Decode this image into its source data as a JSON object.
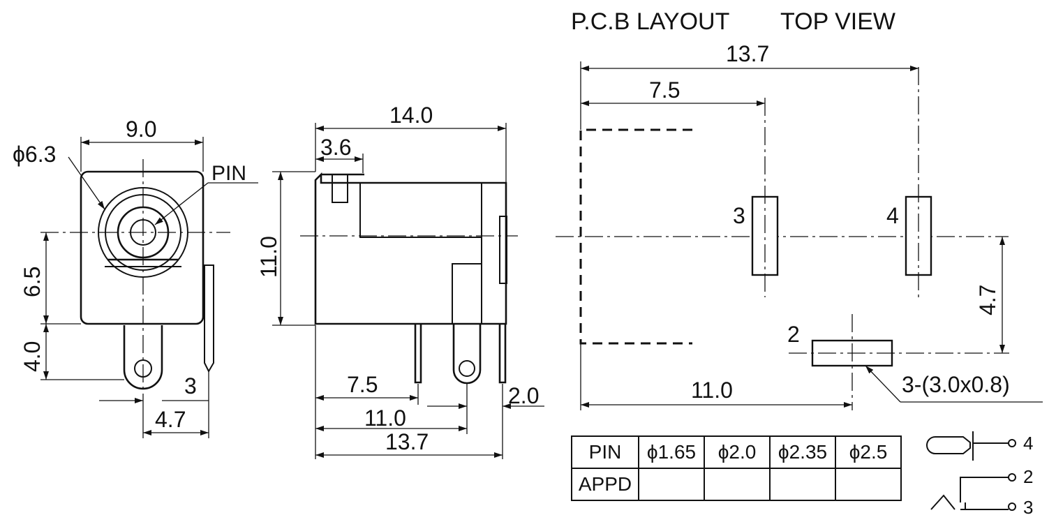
{
  "title": {
    "pcb_layout": "P.C.B LAYOUT",
    "top_view": "TOP VIEW"
  },
  "front_view": {
    "width": "9.0",
    "hole_dia": "ϕ6.3",
    "pin_label": "PIN",
    "height_upper": "6.5",
    "height_lower": "4.0",
    "pin3_label": "3",
    "pitch": "4.7"
  },
  "side_view": {
    "length": "14.0",
    "front_offset": "3.6",
    "height": "11.0",
    "pin_pos_1": "7.5",
    "pin_pos_2": "11.0",
    "pin_pos_3": "13.7",
    "end_gap": "2.0"
  },
  "pcb_layout": {
    "total_width": "13.7",
    "pad3_offset": "7.5",
    "pad2_offset": "11.0",
    "pad2_height": "4.7",
    "pad3_label": "3",
    "pad4_label": "4",
    "pad2_label": "2",
    "pad_note": "3-(3.0x0.8)"
  },
  "pin_table": {
    "row_headers": [
      "PIN",
      "APPD"
    ],
    "columns": [
      "ϕ1.65",
      "ϕ2.0",
      "ϕ2.35",
      "ϕ2.5"
    ],
    "appd_values": [
      "",
      "",
      "",
      ""
    ]
  },
  "schematic": {
    "labels": [
      "4",
      "2",
      "3"
    ]
  }
}
